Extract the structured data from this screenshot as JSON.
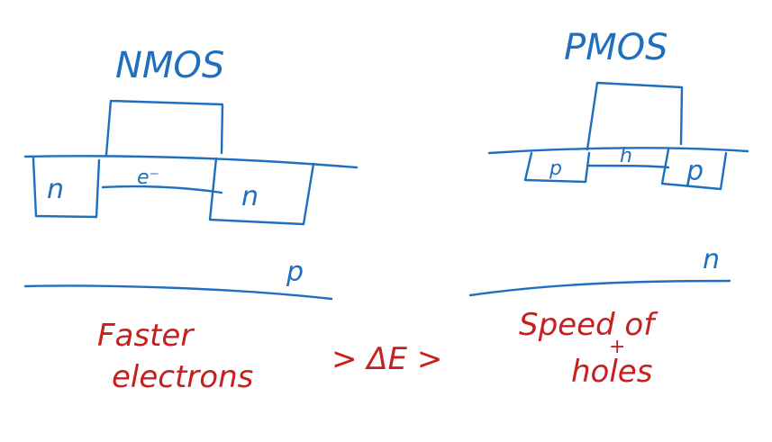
{
  "nmos": {
    "title": "NMOS",
    "source_label": "n",
    "channel_label": "e⁻",
    "drain_label": "n",
    "substrate_label": "p"
  },
  "pmos": {
    "title": "PMOS",
    "source_label": "p",
    "channel_label": "h",
    "drain_label": "p",
    "substrate_label": "n"
  },
  "notes": {
    "left_line1": "Faster",
    "left_line2": "electrons",
    "middle": "> ΔE >",
    "right_line1": "Speed of",
    "right_line2": "holes",
    "right_plus": "+"
  },
  "colors": {
    "device_ink": "#1f6fbf",
    "annotation_ink": "#c81e1e"
  }
}
